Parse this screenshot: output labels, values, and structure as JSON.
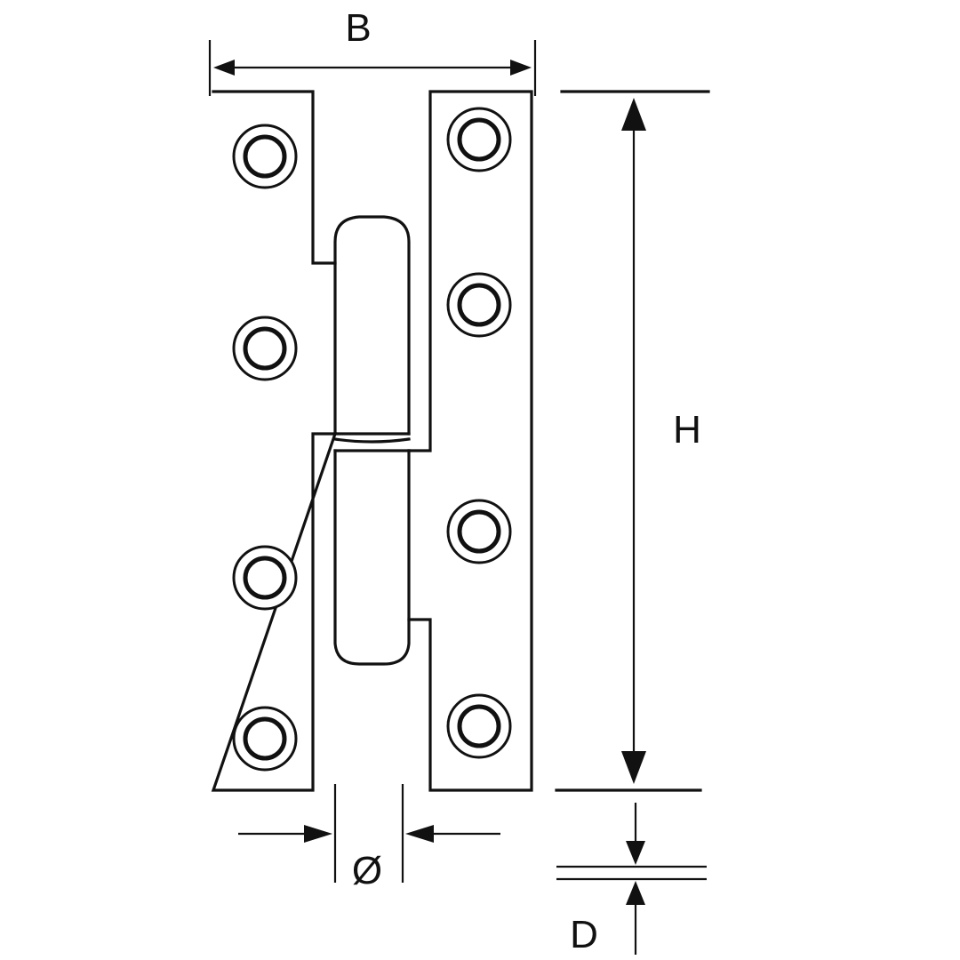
{
  "diagram": {
    "labels": {
      "width": "B",
      "height": "H",
      "pin_diameter": "Ø",
      "thickness": "D"
    },
    "colors": {
      "stroke": "#111111",
      "background": "#ffffff"
    }
  }
}
